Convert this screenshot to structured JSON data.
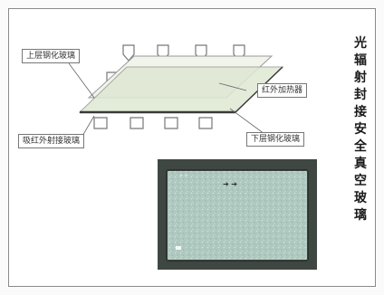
{
  "labels": {
    "upper_glass": "上层钢化玻璃",
    "ir_heater": "红外加热器",
    "lower_glass": "下层钢化玻璃",
    "ir_absorbing_glass": "吸红外射接玻璃"
  },
  "side_title": [
    "光",
    "辐",
    "射",
    "封",
    "接",
    "安",
    "全",
    "真",
    "空",
    "玻",
    "璃"
  ],
  "photo": {
    "caption_dots": "• •",
    "arrow_marks": "➔ ➔"
  },
  "colors": {
    "glass_plate": "#dfe8d3",
    "seal_line": "#3a3a3a",
    "photo_bg": "#3f4742",
    "photo_glass": "#a8c4bb"
  }
}
